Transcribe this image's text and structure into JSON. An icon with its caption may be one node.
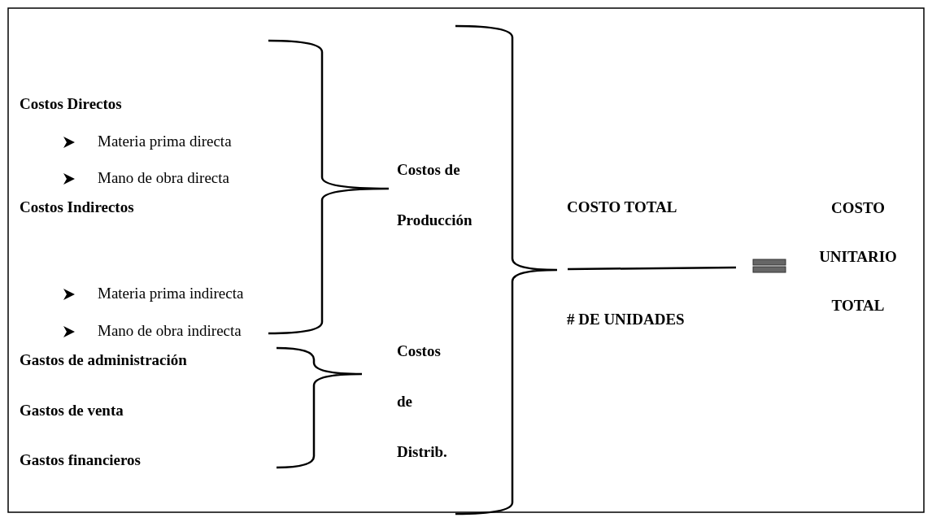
{
  "diagram": {
    "labels": [
      "Costos Directos",
      "Materia prima directa",
      "Mano de obra directa",
      "Costos Indirectos",
      "Materia prima indirecta",
      "Mano de obra indirecta",
      "Gastos de administración",
      "Gastos de venta",
      "Gastos financieros",
      "Costos de Producción",
      "Costos de Distrib.",
      "COSTO TOTAL",
      "# DE UNIDADES",
      "COSTO UNITARIO TOTAL"
    ]
  }
}
